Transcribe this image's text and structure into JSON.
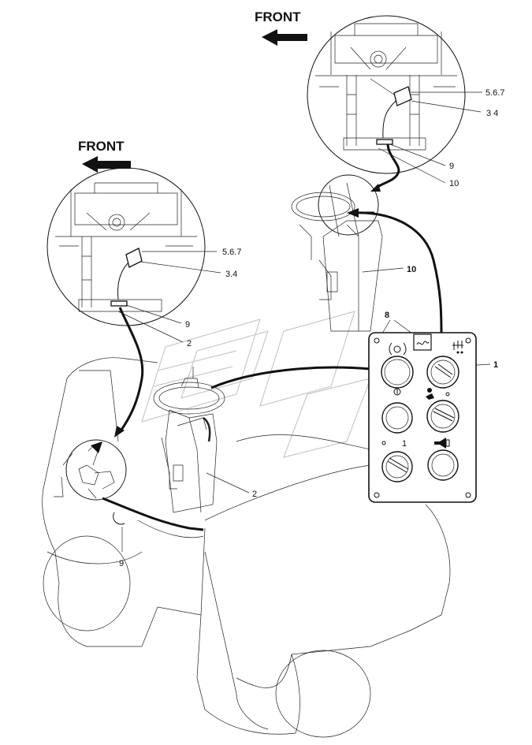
{
  "direction_label_top": "FRONT",
  "direction_label_left": "FRONT",
  "callouts": {
    "top_567": "5.6.7",
    "top_34": "3 4",
    "top_9": "9",
    "top_10": "10",
    "mid_10": "10",
    "mid_8": "8",
    "mid_1": "1",
    "left_567": "5.6.7",
    "left_34": "3.4",
    "left_9": "9",
    "left_2": "2",
    "lower_2": "2",
    "lower_9": "9"
  },
  "panel": {
    "switch_label": "1"
  },
  "icons": [
    "arrow-left-icon",
    "arrow-left-icon",
    "hazard-icon",
    "light-icon",
    "seat-icon",
    "horn-icon",
    "indicator-icon"
  ]
}
